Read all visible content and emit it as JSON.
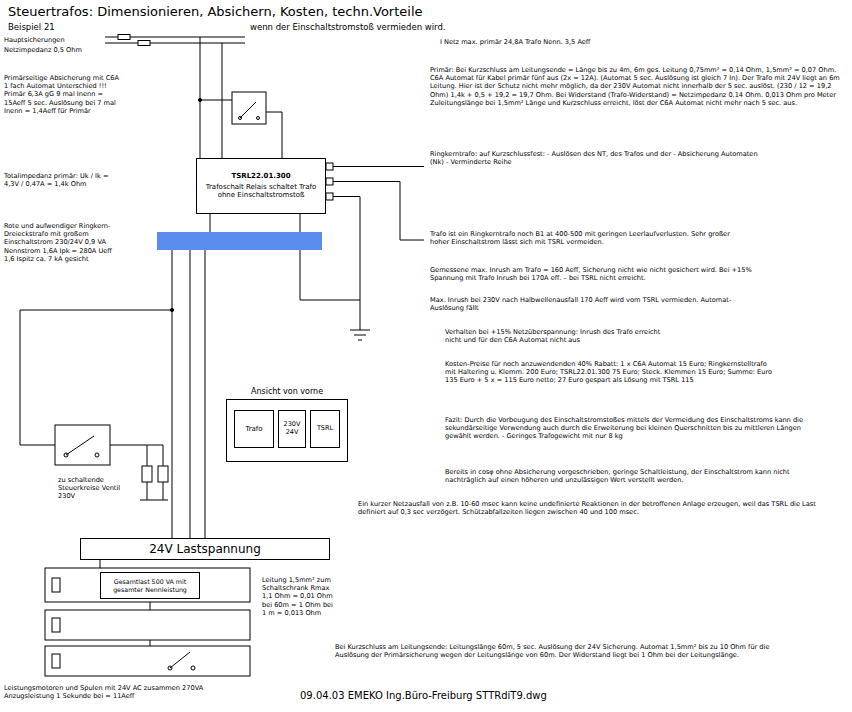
{
  "diagram": {
    "title": "Steuertrafos: Dimensionieren, Absichern, Kosten, techn.Vorteile",
    "nodes": [
      {
        "text": [
          "TSRL22.01.300",
          "Trafoschalt Relais schaltet Trafo ohne Einschaltstromstoß"
        ]
      },
      {
        "text": [
          "Ansicht von vorne"
        ]
      },
      {
        "text": [
          "Trafo"
        ],
        "in": 1
      },
      {
        "text": [
          "230V 24V"
        ],
        "in": 1
      },
      {
        "text": [
          "TSRL"
        ],
        "in": 1
      },
      {
        "text": [
          "24V Lastspannung"
        ]
      },
      {
        "text": [
          "Gesamtlast 500 VA mit gesamter Nennleistung"
        ]
      }
    ],
    "labels": [
      "Beispiel 21",
      "wenn der Einschaltstromstoß vermieden wird.",
      "Hauptsicherungen",
      "Netzimpedanz 0,5 Ohm",
      "I Netz max. primär 24,8A Trafo Nenn. 3,5 Aeff",
      "Primärseitige Absicherung mit C6A 1 fach Automat Unterschied !!! Primär 6,3A gG 9 mal Inenn = 15Aeff 5 sec. Auslösung bei 7 mal Inenn = 1,4Aeff für Primär",
      "Primär: Bei Kurzschluss am Leitungsende = Länge bis zu 4m, 6m ges. Leitung 0,75mm² = 0,14 Ohm, 1,5mm² = 0,07 Ohm. C6A Automat für Kabel primär fünf aus (2x = 12A). (Automat 5 sec. Auslösung ist gleich 7 In). Der Trafo mit 24V liegt an 6m Leitung. Hier ist der Schutz nicht mehr möglich, da der 230V Automat nicht innerhalb der 5 sec. auslöst. (230 / 12 = 19,2 Ohm) 1,4k + 0,5 + 19,2 = 19,7 Ohm. Bei Widerstand (Trafo-Widerstand) = Netzimpedanz 0,14 Ohm. 0,013 Ohm pro Meter Zuleitungslänge bei 1,5mm² Länge und Kurzschluss erreicht, löst der C6A Automat nicht mehr nach 5 sec. aus.",
      "Ringkerntrafo: auf Kurzschlussfest: - Auslösen des NT, des Trafos und der - Absicherung Automaten (Nk) - Verminderte Reihe",
      "Totalimpedanz primär: Uk / Ik = 4,3V / 0,47A = 1,4k Ohm",
      "Trafo ist ein Ringkerntrafo noch B1 at 400-500 mit geringen Leerlaufverlusten. Sehr großer hoher Einschaltstrom lässt sich mit TSRL vermeiden.",
      "Rote und aufwendiger Ringkern-Dreieckstrafo mit großem Einschaltstrom 230/24V 0,9 VA Nennstrom 1,6A Ipk = 280A Ueff 1,6 Ispitz ca. 7 kA gesicht",
      "Gemessene max. Inrush am Trafo = 160 Aeff, Sicherung nicht wie nicht gesichert wird. Bei +15% Spannung mit Trafo Inrush bei 170A eff. – bei TSRL nicht erreicht.",
      "Max. Inrush bei 230V nach Halbwellenausfall 170 Aeff wird vom TSRL vermieden. Automat-Auslösung fällt",
      "Verhalten bei +15% Netzüberspannung: Inrush des Trafo erreicht nicht und für den C6A Automat nicht aus",
      "Kosten-Preise für noch anzuwendenden 40% Rabatt: 1 x C6A Automat 15 Euro; Ringkernstelltrafo mit Haltering u. Klemm. 200 Euro; TSRL22.01.300 75 Euro; Steck. Klemmen 15 Euro; Summe: Euro 135 Euro + 5 x = 115 Euro netto; 27 Euro gespart als Lösung mit TSRL 115",
      "Fazit: Durch die Vorbeugung des Einschaltstromstoßes mittels der Vermeidung des Einschaltstroms kann die sekundärseitige Verwendung auch durch die Erweiterung bei kleinen Querschnitten bis zu mittleren Längen gewählt werden. - Geringes Trafogewicht mit nur 8 kg",
      "Bereits in cosφ ohne Absicherung vorgeschrieben, geringe Schaltleistung, der Einschaltstrom kann nicht nachträglich auf einen höheren und unzulässigen Wert verstellt werden.",
      "zu schaltende Steuerkreise Ventil 230V",
      "Ein kurzer Netzausfall von z.B. 10-60 msec kann keine undefinierte Reaktionen in der betroffenen Anlage erzeugen, weil das TSRL die Last definiert auf 0,3 sec verzögert. Schützabfallzeiten liegen zwischen 40 und 100 msec.",
      "Leitung 1,5mm² zum Schaltschrank Rmax 1,1 Ohm = 0,01 Ohm bei 60m = 1 Ohm bei 1 m = 0,013 Ohm",
      "Bei Kurzschluss am Leitungsende: Leitungslänge 60m, 5 sec. Auslösung der 24V Sicherung. Automat 1,5mm² bis zu 10 Ohm für die Auslösung der Primärsicherung wegen der Leitungslänge von 60m. Der Widerstand liegt bei 1 Ohm bei der Leitungslänge.",
      "Leistungsmotoren und Spulen mit 24V AC zusammen 270VA Anzugsleistung 1 Sekunde bei = 11Aeff",
      "09.04.03 EMEKO Ing.Büro-Freiburg STTRdiT9.dwg"
    ]
  }
}
